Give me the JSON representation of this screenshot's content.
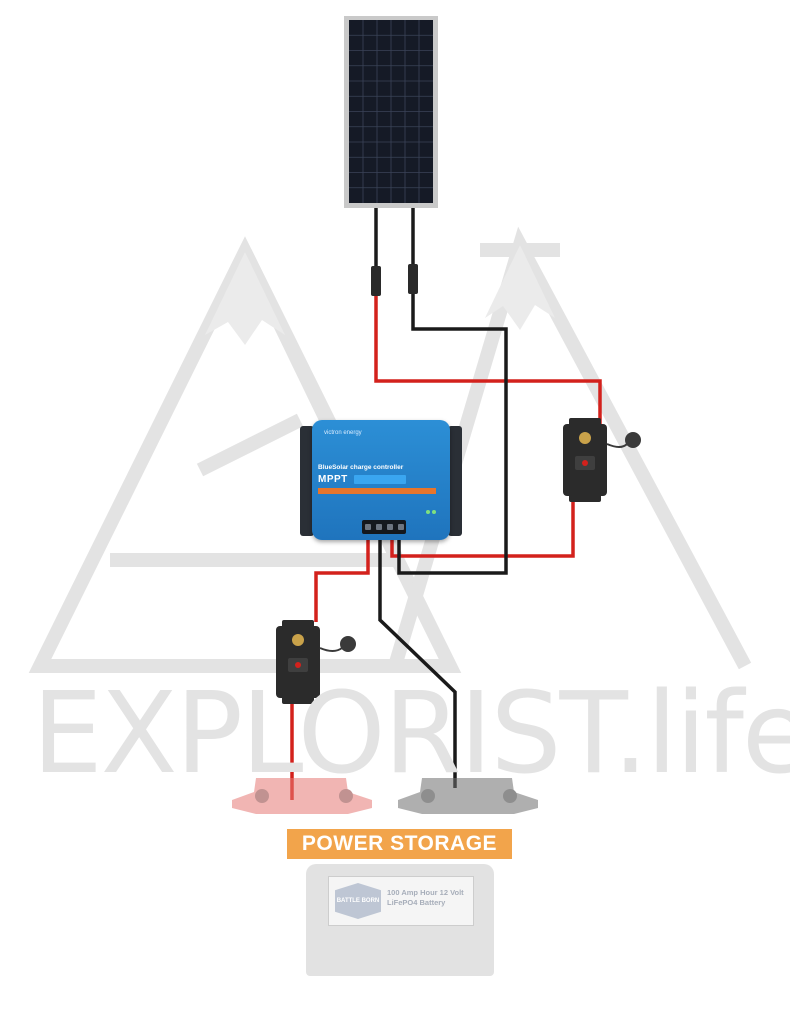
{
  "watermark": {
    "text": "EXPLORIST.life"
  },
  "controller": {
    "brand": "victron energy",
    "title": "BlueSolar charge controller",
    "model": "MPPT"
  },
  "banner": {
    "label": "POWER STORAGE"
  },
  "battery": {
    "brand": "BATTLE BORN",
    "description": "100 Amp Hour 12 Volt LiFePO4 Battery"
  },
  "colors": {
    "positive_wire": "#d3211c",
    "negative_wire": "#1a1a1a",
    "banner": "#f2a44b",
    "controller": "#2a82cc",
    "watermark": "#e3e3e3"
  },
  "icons": [
    "solar-panel-icon",
    "mc4-connector-icon",
    "circuit-breaker-icon",
    "busbar-icon",
    "battery-icon"
  ]
}
